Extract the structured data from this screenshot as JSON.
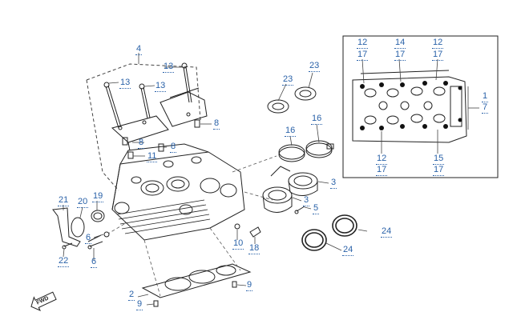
{
  "diagram": {
    "type": "exploded-parts-diagram",
    "callouts": [
      {
        "id": "c4",
        "label": "4"
      },
      {
        "id": "c13a",
        "label": "13"
      },
      {
        "id": "c13b",
        "label": "13"
      },
      {
        "id": "c13c",
        "label": "13"
      },
      {
        "id": "c8a",
        "label": "8"
      },
      {
        "id": "c8b",
        "label": "8"
      },
      {
        "id": "c8c",
        "label": "8"
      },
      {
        "id": "c11",
        "label": "11"
      },
      {
        "id": "c23a",
        "label": "23"
      },
      {
        "id": "c23b",
        "label": "23"
      },
      {
        "id": "c16a",
        "label": "16"
      },
      {
        "id": "c16b",
        "label": "16"
      },
      {
        "id": "c3a",
        "label": "3"
      },
      {
        "id": "c3b",
        "label": "3"
      },
      {
        "id": "c5",
        "label": "5"
      },
      {
        "id": "c21",
        "label": "21"
      },
      {
        "id": "c20",
        "label": "20"
      },
      {
        "id": "c19",
        "label": "19"
      },
      {
        "id": "c6a",
        "label": "6"
      },
      {
        "id": "c6b",
        "label": "6"
      },
      {
        "id": "c22",
        "label": "22"
      },
      {
        "id": "c10",
        "label": "10"
      },
      {
        "id": "c18",
        "label": "18"
      },
      {
        "id": "c24a",
        "label": "24"
      },
      {
        "id": "c24b",
        "label": "24"
      },
      {
        "id": "c9a",
        "label": "9"
      },
      {
        "id": "c9b",
        "label": "9"
      },
      {
        "id": "c2",
        "label": "2"
      },
      {
        "id": "c12a",
        "label": "12"
      },
      {
        "id": "c17a",
        "label": "17"
      },
      {
        "id": "c14",
        "label": "14"
      },
      {
        "id": "c17b",
        "label": "17"
      },
      {
        "id": "c12b",
        "label": "12"
      },
      {
        "id": "c17c",
        "label": "17"
      },
      {
        "id": "c1",
        "label": "1"
      },
      {
        "id": "c7",
        "label": "7"
      },
      {
        "id": "c12c",
        "label": "12"
      },
      {
        "id": "c17d",
        "label": "17"
      },
      {
        "id": "c15",
        "label": "15"
      },
      {
        "id": "c17e",
        "label": "17"
      }
    ],
    "fwd_label": "FWD"
  },
  "colors": {
    "callout": "#2a62a8",
    "line_art": "#222222",
    "leader": "#444444"
  }
}
